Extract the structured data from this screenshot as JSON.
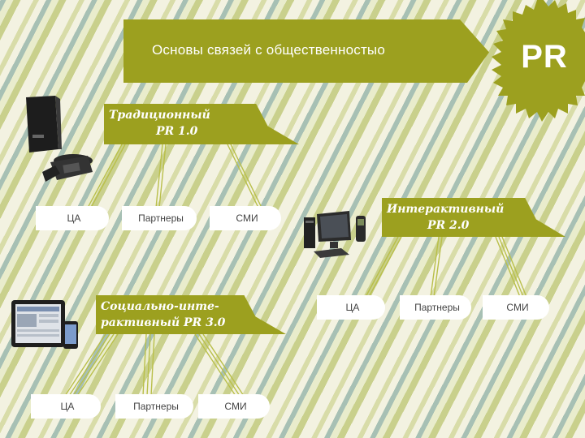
{
  "slide": {
    "title": "Основы связей с общественностыо",
    "badge": "PR"
  },
  "branches": [
    {
      "tag_lines": [
        "Традиционный",
        "PR 1.0"
      ],
      "children": [
        "ЦА",
        "Партнеры",
        "СМИ"
      ]
    },
    {
      "tag_lines": [
        "Интерактивный",
        "PR 2.0"
      ],
      "children": [
        "ЦА",
        "Партнеры",
        "СМИ"
      ]
    },
    {
      "tag_lines": [
        "Социально-инте-",
        "рактивный PR 3.0"
      ],
      "children": [
        "ЦА",
        "Партнеры",
        "СМИ"
      ]
    }
  ],
  "icons": [
    "book-phone-icon",
    "desktop-computer-icon",
    "tablet-phone-icon",
    "burst-badge-icon"
  ],
  "colors": {
    "accent": "#9ca01f",
    "pill": "#ffffff",
    "text_light": "#ffffff",
    "text_dark": "#444444"
  }
}
